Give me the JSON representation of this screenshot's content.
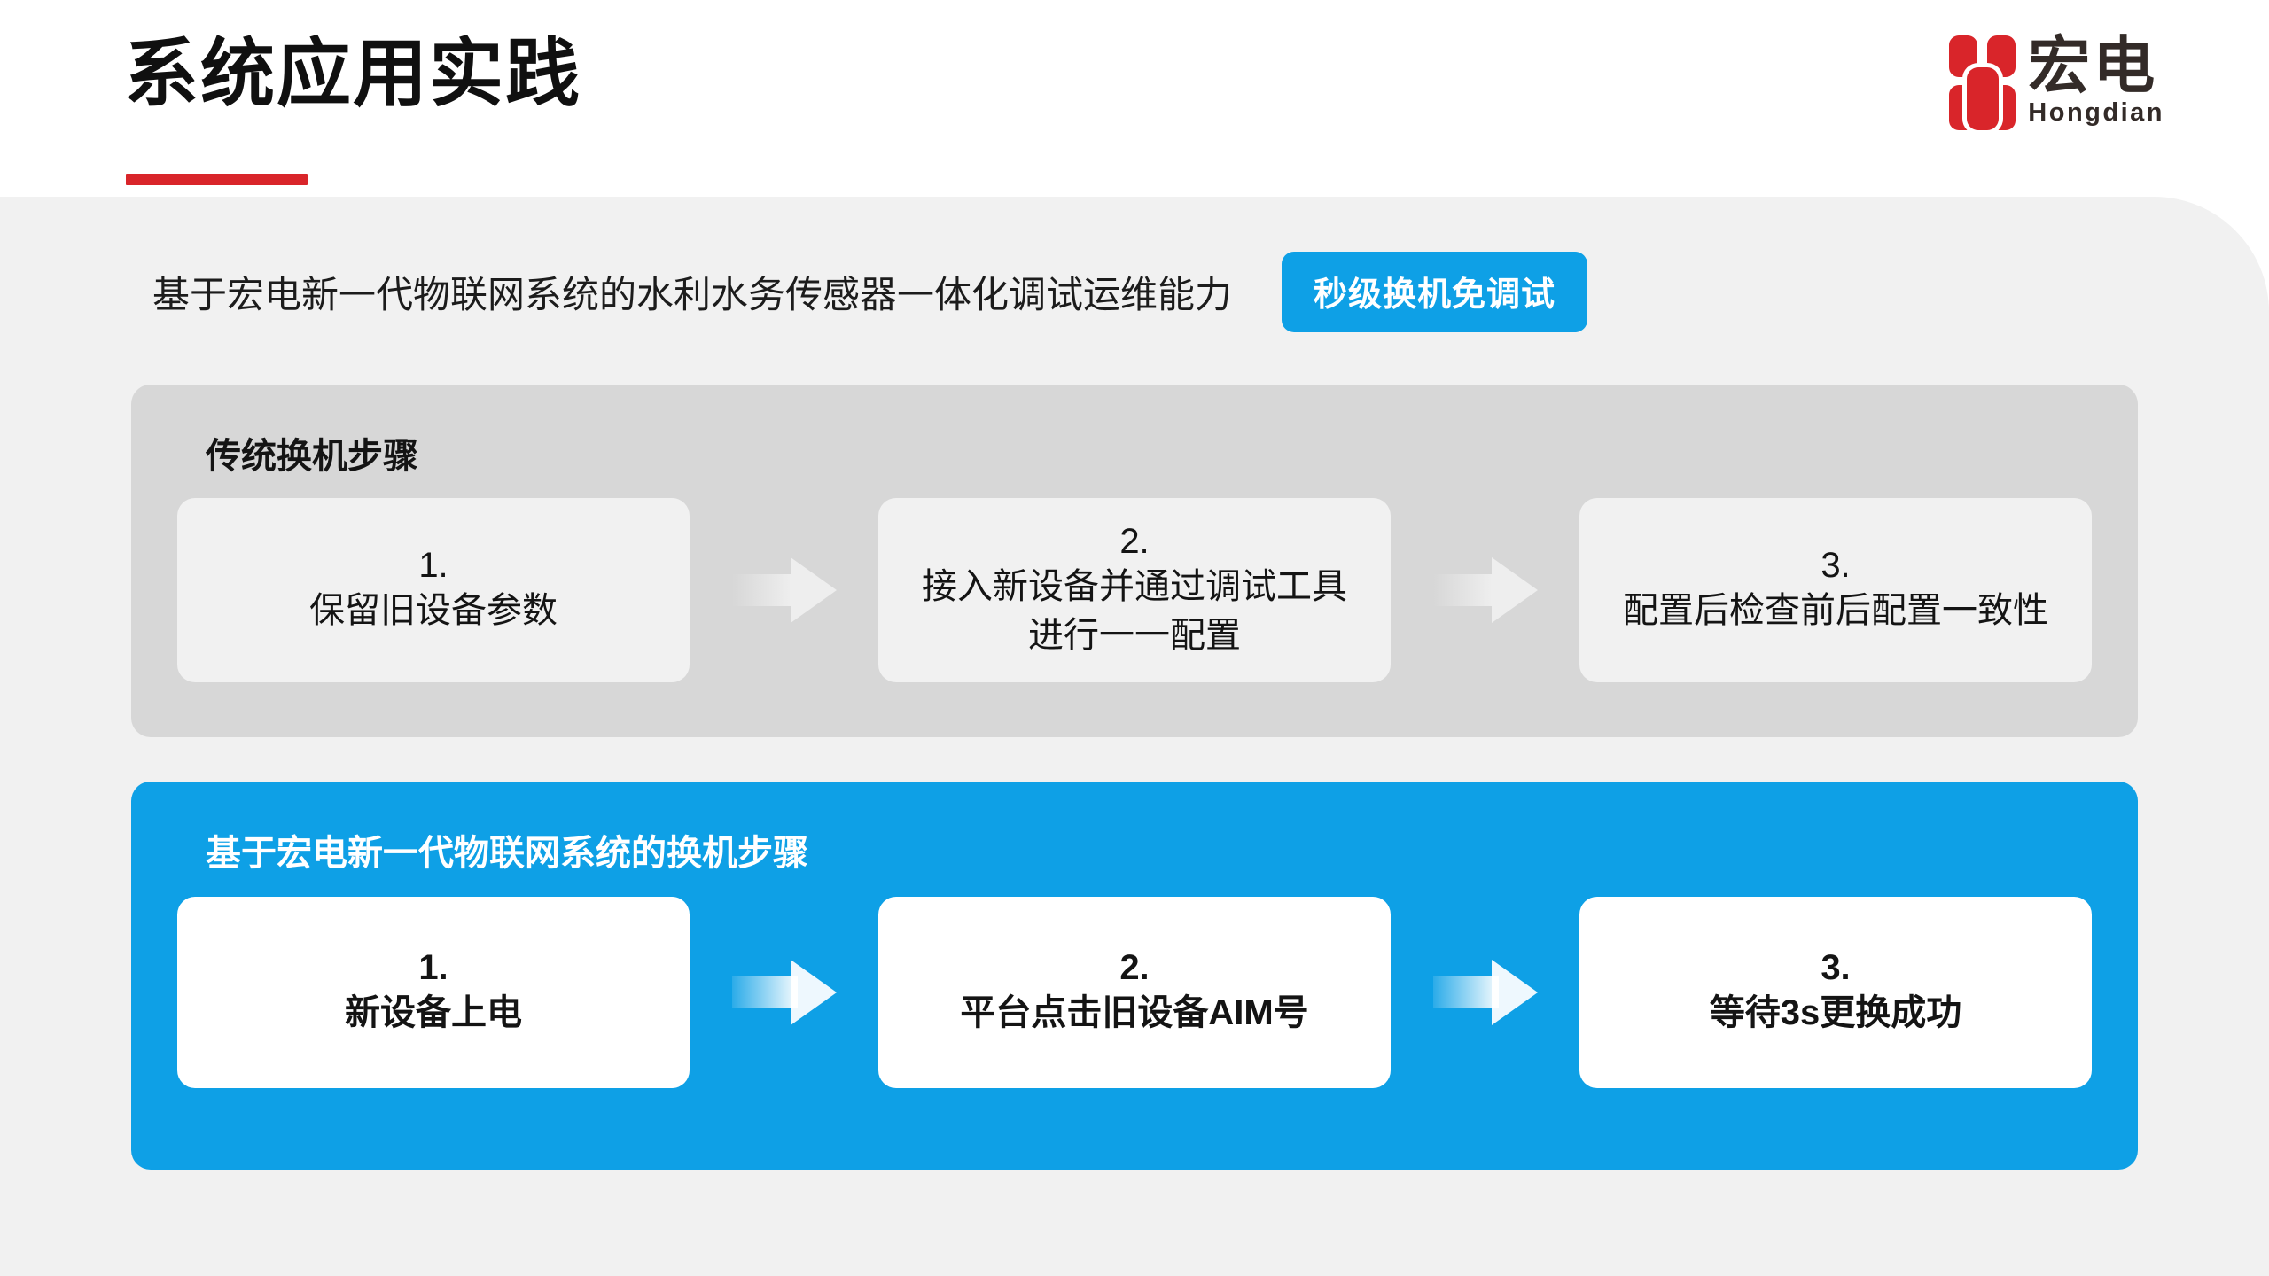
{
  "header": {
    "title": "系统应用实践",
    "logo": {
      "mark_color": "#d9252a",
      "cn": "宏电",
      "en": "Hongdian"
    }
  },
  "subtitle": {
    "text": "基于宏电新一代物联网系统的水利水务传感器一体化调试运维能力",
    "badge": "秒级换机免调试",
    "badge_color": "#0ea0e6"
  },
  "panels": {
    "legacy": {
      "heading": "传统换机步骤",
      "background": "#d7d7d7",
      "card_background": "#f1f1f1",
      "steps": [
        {
          "num": "1.",
          "label": "保留旧设备参数"
        },
        {
          "num": "2.",
          "label": "接入新设备并通过调试工具进行一一配置"
        },
        {
          "num": "3.",
          "label": "配置后检查前后配置一致性"
        }
      ]
    },
    "modern": {
      "heading": "基于宏电新一代物联网系统的换机步骤",
      "background": "#0ea0e6",
      "card_background": "#ffffff",
      "steps": [
        {
          "num": "1.",
          "label": "新设备上电"
        },
        {
          "num": "2.",
          "label": "平台点击旧设备AIM号"
        },
        {
          "num": "3.",
          "label": "等待3s更换成功"
        }
      ]
    }
  }
}
